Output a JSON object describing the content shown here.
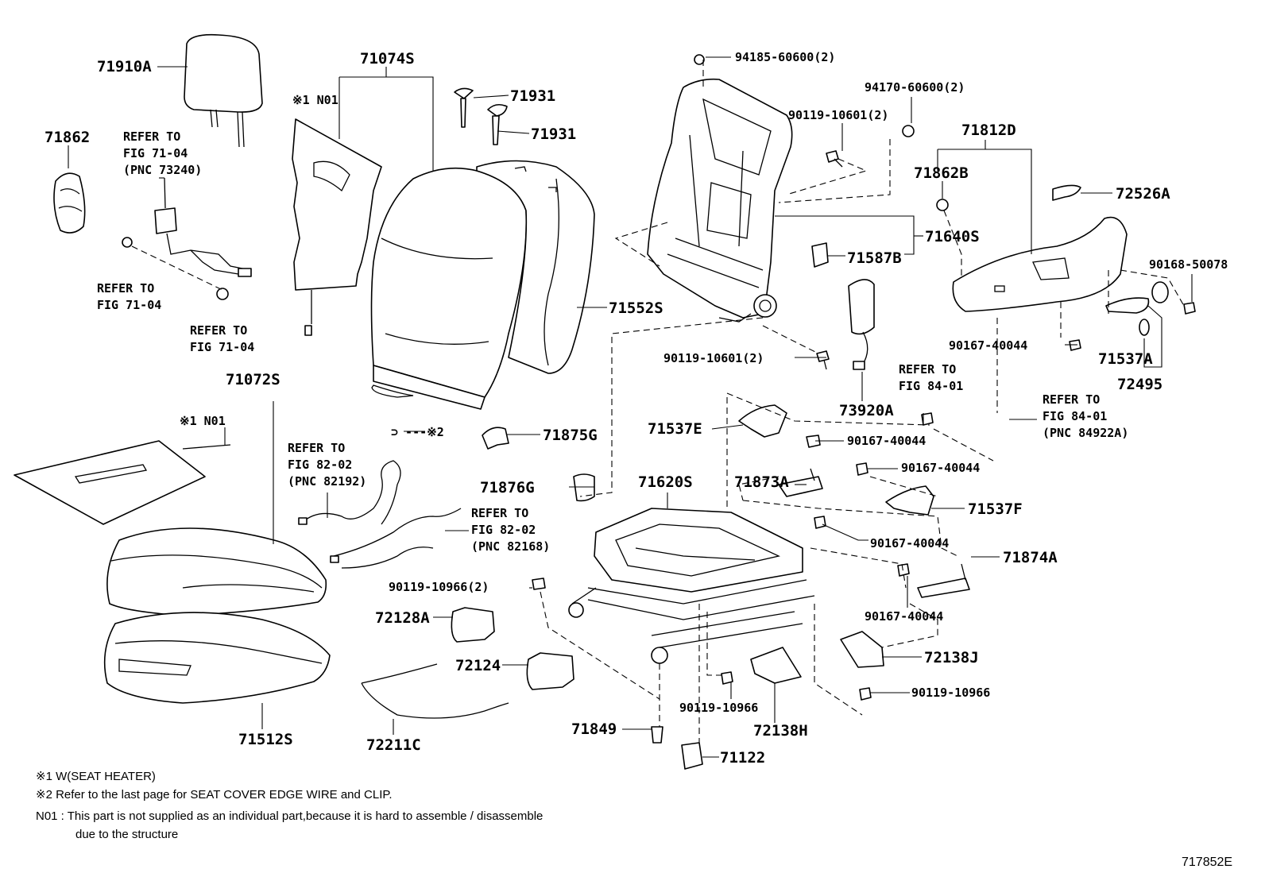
{
  "diagram": {
    "part_labels": {
      "p71910A": "71910A",
      "p71862": "71862",
      "p71074S": "71074S",
      "n01_top": "※1 N01",
      "p71931a": "71931",
      "p71931b": "71931",
      "p71552S": "71552S",
      "p94185": "94185-60600(2)",
      "p94170": "94170-60600(2)",
      "p90119a": "90119-10601(2)",
      "p71812D": "71812D",
      "p71862B": "71862B",
      "p72526A": "72526A",
      "p71640S": "71640S",
      "p71587B": "71587B",
      "p90168": "90168-50078",
      "p90119b": "90119-10601(2)",
      "p90167a": "90167-40044",
      "p71537A": "71537A",
      "p72495": "72495",
      "p73920A": "73920A",
      "p71072S": "71072S",
      "n01_mid": "※1 N01",
      "note2_marker": "※2",
      "p71875G": "71875G",
      "p71537E": "71537E",
      "p90167b": "90167-40044",
      "p90167c": "90167-40044",
      "p71876G": "71876G",
      "p71620S": "71620S",
      "p71873A": "71873A",
      "p71537F": "71537F",
      "p90167d": "90167-40044",
      "p71874A": "71874A",
      "p90119c": "90119-10966(2)",
      "p72128A": "72128A",
      "p90167e": "90167-40044",
      "p72124": "72124",
      "p72138J": "72138J",
      "p90119d": "90119-10966",
      "p90119e": "90119-10966",
      "p72138H": "72138H",
      "p71849": "71849",
      "p71512S": "71512S",
      "p72211C": "72211C",
      "p71122": "71122"
    },
    "references": {
      "r1": [
        "REFER TO",
        "FIG 71-04",
        "(PNC 73240)"
      ],
      "r2": [
        "REFER TO",
        "FIG 71-04"
      ],
      "r3": [
        "REFER TO",
        "FIG 71-04"
      ],
      "r4": [
        "REFER TO",
        "FIG 84-01"
      ],
      "r5": [
        "REFER TO",
        "FIG 84-01",
        "(PNC 84922A)"
      ],
      "r6": [
        "REFER TO",
        "FIG 82-02",
        "(PNC 82192)"
      ],
      "r7": [
        "REFER TO",
        "FIG 82-02",
        "(PNC 82168)"
      ]
    },
    "notes": [
      "※1  W(SEAT  HEATER)",
      "※2  Refer to the last page for SEAT COVER EDGE WIRE and CLIP.",
      "N01 : This part is not supplied as an individual part,because it is hard to assemble / disassemble",
      "due to the structure"
    ],
    "figure_code": "717852E"
  }
}
